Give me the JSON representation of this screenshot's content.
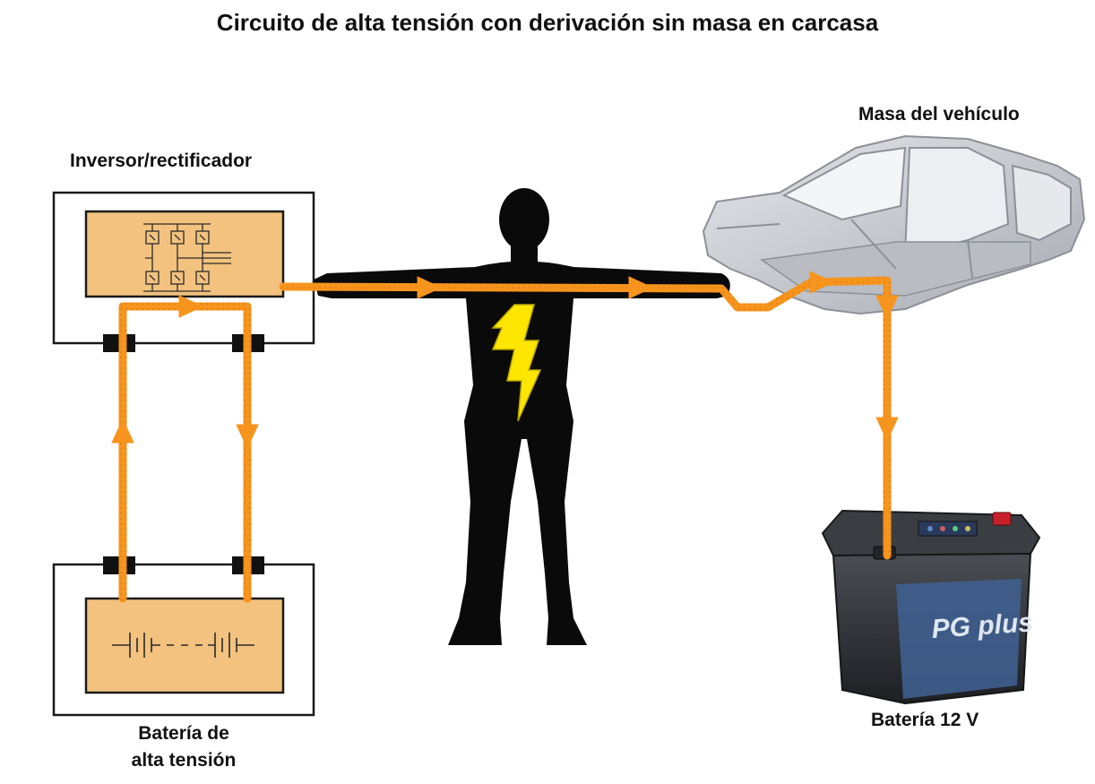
{
  "title": "Circuito de alta tensión con derivación sin masa en carcasa",
  "labels": {
    "inverter": "Inversor/rectificador",
    "vehicle_ground": "Masa del vehículo",
    "hv_battery_line1": "Batería de",
    "hv_battery_line2": "alta tensión",
    "battery_12v": "Batería 12 V"
  },
  "battery_12v_graphic": {
    "brand": "PG plus"
  },
  "colors": {
    "current_path": "#f7941d",
    "component_fill": "#f2c27e",
    "component_stroke": "#1a1a1a",
    "human_silhouette": "#0a0a0a",
    "lightning_bolt": "#ffe600",
    "car_body": "#c9ccd1",
    "battery_case": "#2b2d31",
    "battery_label": "#3f5f8f",
    "terminal_red": "#c8202a"
  },
  "icons": {
    "inverter_symbol": "igbt-bridge-icon",
    "battery_symbol": "battery-cells-icon",
    "person": "human-silhouette-icon",
    "shock": "lightning-bolt-icon",
    "car": "car-body-in-white-icon",
    "battery_12v": "car-battery-icon"
  }
}
